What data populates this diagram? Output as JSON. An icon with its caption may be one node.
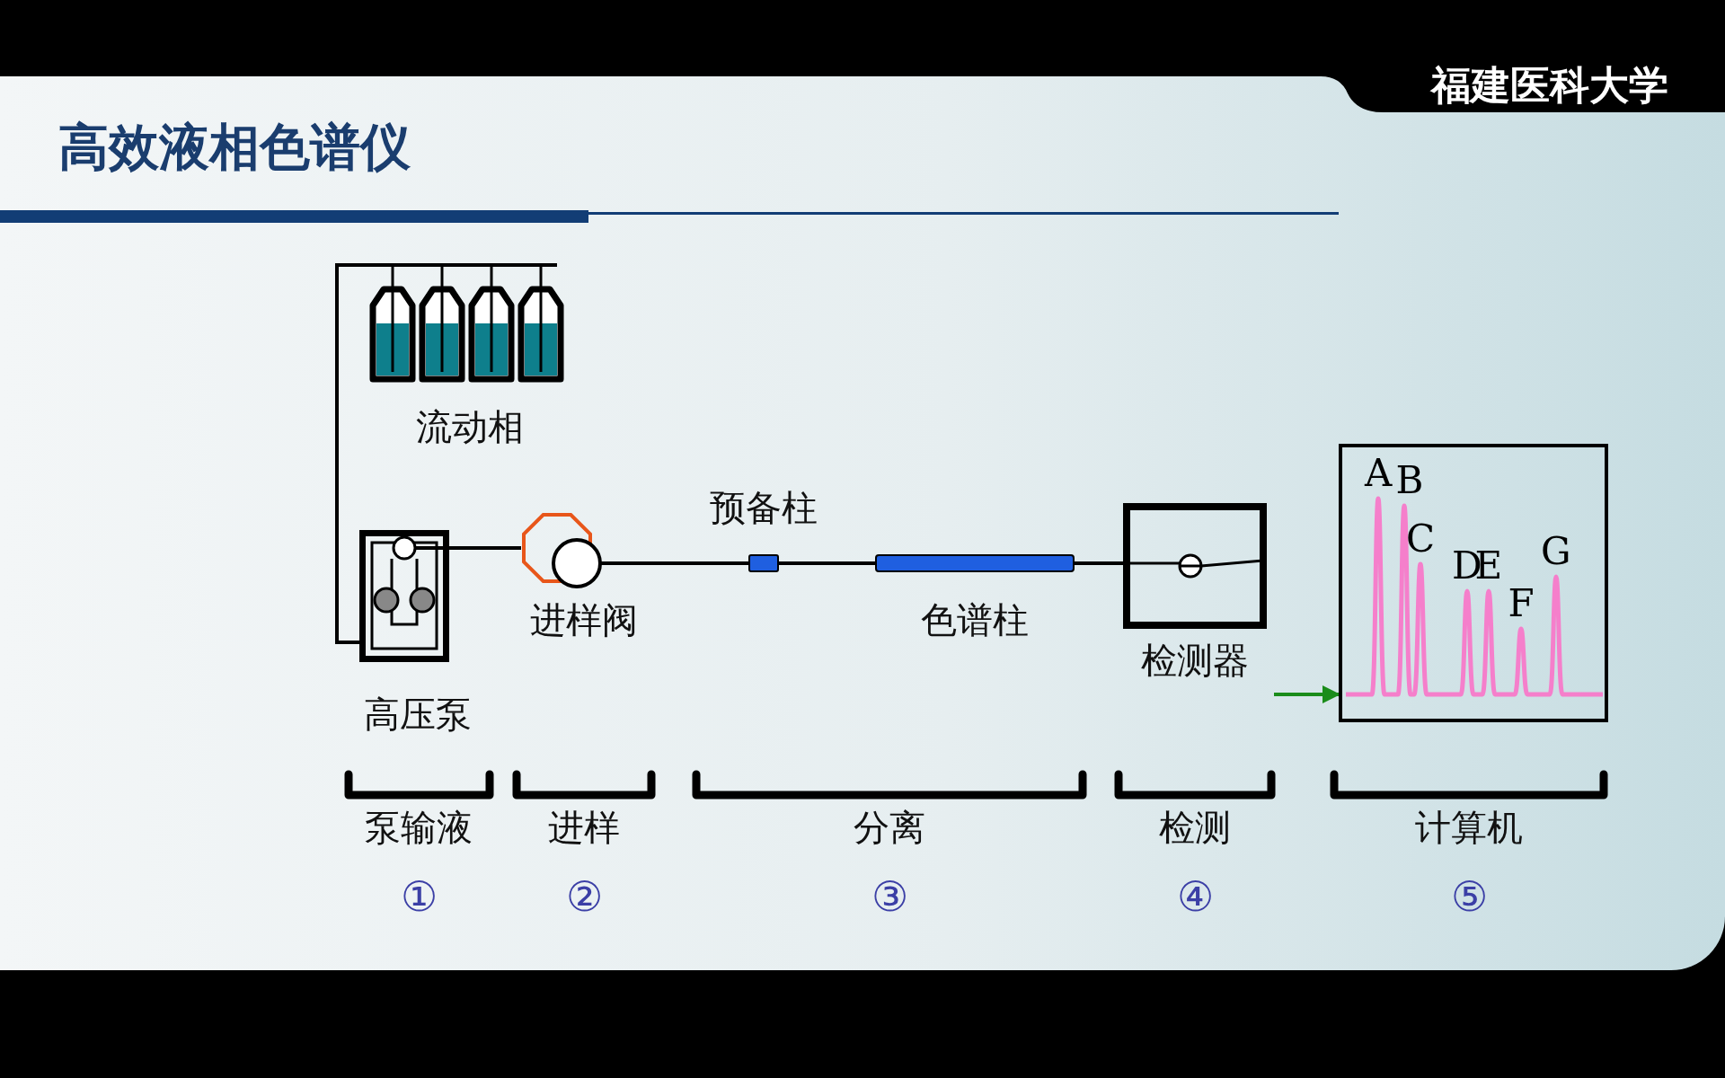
{
  "diagram": {
    "title": "高效液相色谱仪",
    "nodes": [
      {
        "text": [
          "流动相"
        ]
      },
      {
        "text": [
          "高压泵"
        ]
      },
      {
        "text": [
          "进样阀"
        ]
      },
      {
        "text": [
          "预备柱"
        ]
      },
      {
        "text": [
          "色谱柱"
        ]
      },
      {
        "text": [
          "检测器"
        ]
      },
      {
        "text": [],
        "shape": "box"
      }
    ],
    "edges": [
      {
        "from": 0,
        "to": 1,
        "arrow": "none"
      },
      {
        "from": 1,
        "to": 2,
        "arrow": "none"
      },
      {
        "from": 2,
        "to": 3,
        "arrow": "none"
      },
      {
        "from": 3,
        "to": 4,
        "arrow": "none"
      },
      {
        "from": 4,
        "to": 5,
        "arrow": "none"
      },
      {
        "from": null,
        "to": 6,
        "arrow": "to",
        "color": "#1a8c1a"
      }
    ],
    "labels": [
      "福建医科大学",
      "A",
      "B",
      "C",
      "D",
      "E",
      "F",
      "G",
      "泵输液",
      "进样",
      "分离",
      "检测",
      "计算机",
      "①",
      "②",
      "③",
      "④",
      "⑤"
    ]
  }
}
